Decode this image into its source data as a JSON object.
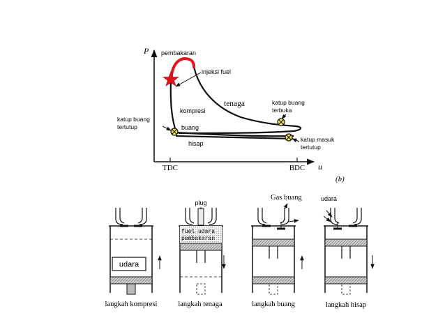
{
  "pv_diagram": {
    "y_axis_label": "P",
    "x_axis_label": "u",
    "tick_left": "TDC",
    "tick_right": "BDC",
    "panel_label": "(b)",
    "labels": {
      "pembakaran": "pembakaran",
      "injeksi_fuel": "injeksi fuel",
      "tenaga": "tenaga",
      "katup_buang_terbuka_1": "katup buang",
      "katup_buang_terbuka_2": "terbuka",
      "kompresi": "kompresi",
      "katup_buang_tertutup_1": "katup buang",
      "katup_buang_tertutup_2": "tertutup",
      "buang": "buang",
      "hisap": "hisap",
      "katup_masuk_tertutup_1": "katup masuk",
      "katup_masuk_tertutup_2": "tertutup"
    },
    "colors": {
      "combustion": "#e0141c",
      "valve_marker": "#f2e84a",
      "line": "#111111"
    }
  },
  "strokes": [
    {
      "caption": "langkah kompresi",
      "chamber_text": "udara"
    },
    {
      "caption": "langkah tenaga",
      "top_label": "plug",
      "chamber_line_1": "fuel udara",
      "chamber_line_2": "pembakaran"
    },
    {
      "caption": "langkah buang",
      "top_label": "Gas buang"
    },
    {
      "caption": "langkah hisap",
      "top_label": "udara"
    }
  ]
}
